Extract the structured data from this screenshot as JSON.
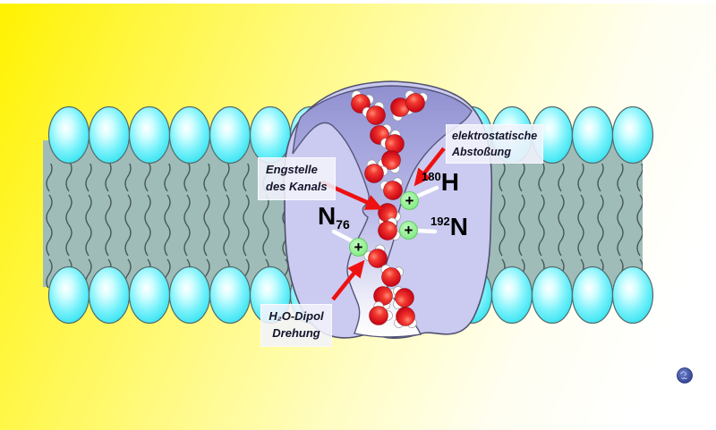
{
  "labels": {
    "constriction": {
      "line1": "Engstelle",
      "line2": "des Kanals"
    },
    "repulsion": {
      "line1": "elektrostatische",
      "line2": "Abstoßung"
    },
    "dipole": {
      "line1": "H₂O-Dipol",
      "line2": "Drehung"
    }
  },
  "residues": {
    "n76": {
      "base": "N",
      "sub": "76"
    },
    "h180": {
      "sup": "180",
      "base": "H"
    },
    "n192": {
      "sup": "192",
      "base": "N"
    }
  },
  "symbols": {
    "plus": "+"
  },
  "colors": {
    "background_yellow": "#FFF200",
    "membrane_band": "#9FBCB9",
    "lipid_head_cyan": "#35E2F2",
    "lipid_tail": "#475A58",
    "protein_body": "#CBCBF1",
    "channel_top": "#9090D0",
    "water_oxygen_red": "#D5101C",
    "water_hydrogen_white": "#FFFFFF",
    "arrow_red": "#EE1111",
    "plus_badge_green": "#8AEF8A",
    "label_text": "#14142A"
  }
}
